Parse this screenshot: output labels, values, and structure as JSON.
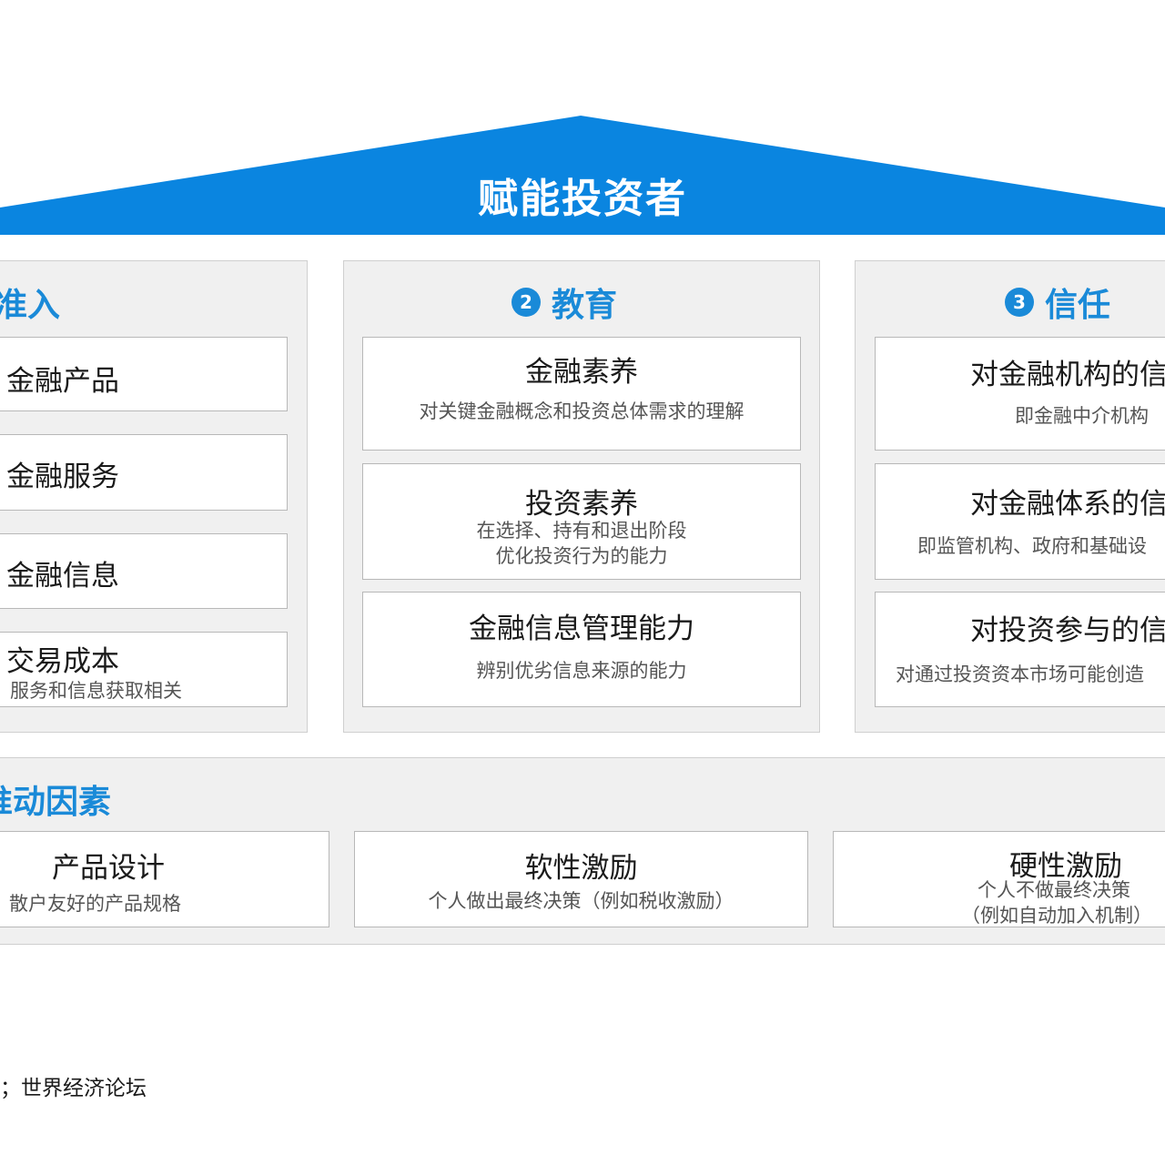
{
  "roof": {
    "title": "赋能投资者",
    "color": "#0a85e0"
  },
  "pillars": [
    {
      "title": "准入",
      "number": "",
      "cards": [
        {
          "title": "金融产品",
          "sub": ""
        },
        {
          "title": "金融服务",
          "sub": ""
        },
        {
          "title": "金融信息",
          "sub": ""
        },
        {
          "title": "交易成本",
          "sub": "服务和信息获取相关"
        }
      ]
    },
    {
      "title": "教育",
      "number": "2",
      "cards": [
        {
          "title": "金融素养",
          "sub": "对关键金融概念和投资总体需求的理解"
        },
        {
          "title": "投资素养",
          "sub": "在选择、持有和退出阶段",
          "sub2": "优化投资行为的能力"
        },
        {
          "title": "金融信息管理能力",
          "sub": "辨别优劣信息来源的能力"
        }
      ]
    },
    {
      "title": "信任",
      "number": "3",
      "cards": [
        {
          "title": "对金融机构的信",
          "sub": "即金融中介机构"
        },
        {
          "title": "对金融体系的信",
          "sub": "即监管机构、政府和基础设"
        },
        {
          "title": "对投资参与的信",
          "sub": "对通过投资资本市场可能创造"
        }
      ]
    }
  ],
  "drivers": {
    "title": "推动因素",
    "cards": [
      {
        "title": "产品设计",
        "sub": "散户友好的产品规格"
      },
      {
        "title": "软性激励",
        "sub": "个人做出最终决策（例如税收激励）"
      },
      {
        "title": "硬性激励",
        "sub": "个人不做最终决策",
        "sub2": "（例如自动加入机制）"
      }
    ]
  },
  "source": "；世界经济论坛",
  "colors": {
    "accent": "#1a8ad8",
    "panel": "#f0f0f0"
  }
}
